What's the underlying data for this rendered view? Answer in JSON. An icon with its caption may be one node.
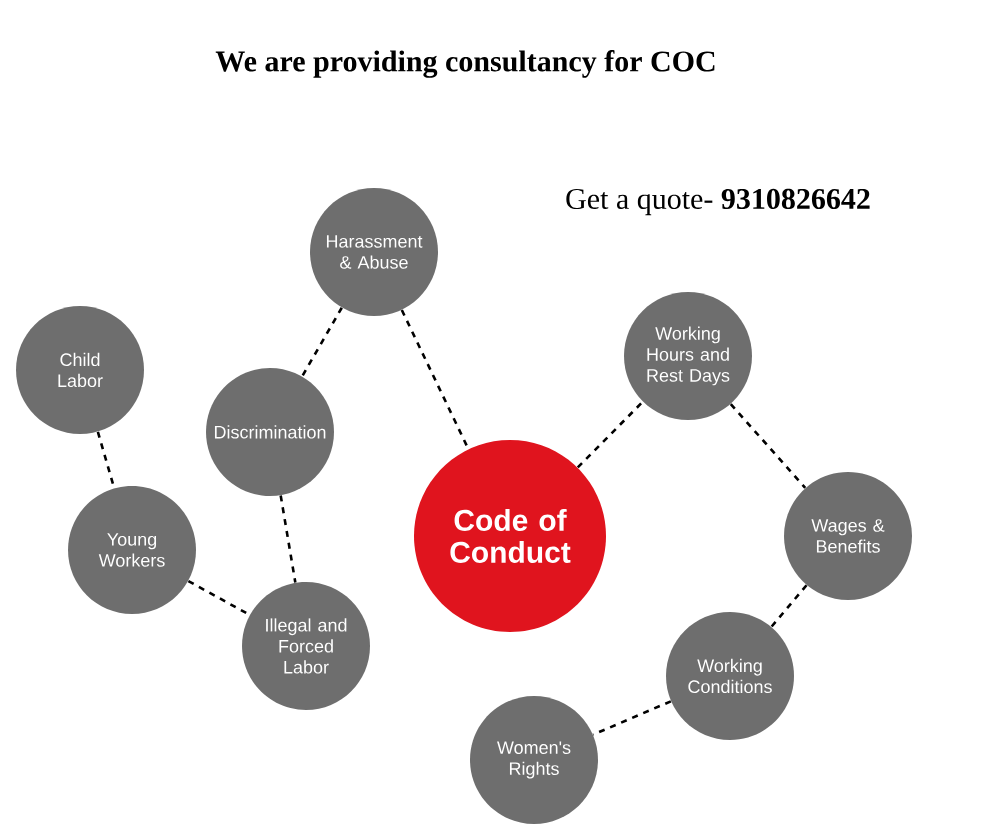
{
  "diagram": {
    "title": "We are providing consultancy for COC",
    "nodes": [
      {
        "text": [
          "Harassment & Abuse"
        ]
      },
      {
        "text": [
          "Child Labor"
        ]
      },
      {
        "text": [
          "Discrimination"
        ]
      },
      {
        "text": [
          "Code of Conduct"
        ]
      },
      {
        "text": [
          "Working Hours and Rest Days"
        ]
      },
      {
        "text": [
          "Young Workers"
        ]
      },
      {
        "text": [
          "Wages & Benefits"
        ]
      },
      {
        "text": [
          "Illegal and Forced Labor"
        ]
      },
      {
        "text": [
          "Working Conditions"
        ]
      },
      {
        "text": [
          "Women's Rights"
        ]
      }
    ],
    "edges": [
      {
        "from": 0,
        "to": 2,
        "arrow": "none"
      },
      {
        "from": 0,
        "to": 3,
        "arrow": "none"
      },
      {
        "from": 1,
        "to": 5,
        "arrow": "none"
      },
      {
        "from": 2,
        "to": 7,
        "arrow": "none"
      },
      {
        "from": 5,
        "to": 7,
        "arrow": "none"
      },
      {
        "from": 3,
        "to": 4,
        "arrow": "none"
      },
      {
        "from": 4,
        "to": 6,
        "arrow": "none"
      },
      {
        "from": 6,
        "to": 8,
        "arrow": "none"
      },
      {
        "from": 8,
        "to": 9,
        "arrow": "none"
      }
    ],
    "labels": [
      "Get a quote- **9310826642**"
    ]
  }
}
